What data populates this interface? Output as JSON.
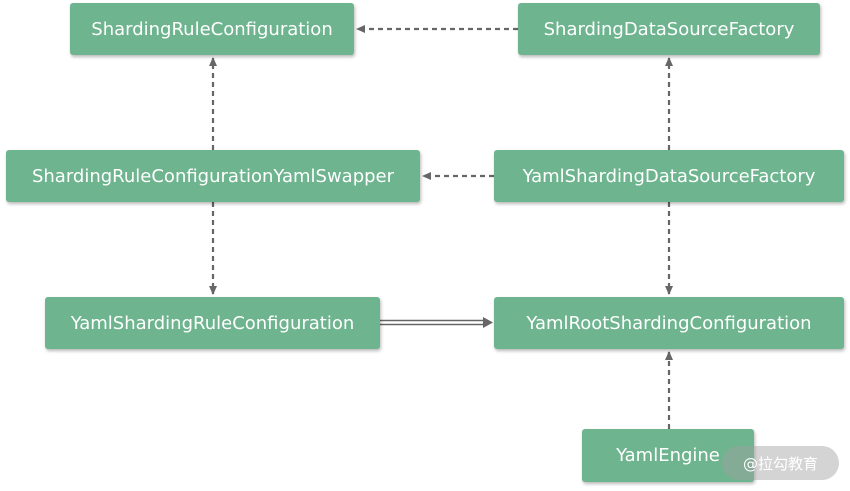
{
  "nodes": {
    "sharding_rule_configuration": "ShardingRuleConfiguration",
    "sharding_data_source_factory": "ShardingDataSourceFactory",
    "sharding_rule_configuration_yaml_swapper": "ShardingRuleConfigurationYamlSwapper",
    "yaml_sharding_data_source_factory": "YamlShardingDataSourceFactory",
    "yaml_sharding_rule_configuration": "YamlShardingRuleConfiguration",
    "yaml_root_sharding_configuration": "YamlRootShardingConfiguration",
    "yaml_engine": "YamlEngine"
  },
  "edges": [
    {
      "from": "sharding_data_source_factory",
      "to": "sharding_rule_configuration",
      "style": "dashed"
    },
    {
      "from": "yaml_sharding_data_source_factory",
      "to": "sharding_data_source_factory",
      "style": "dashed"
    },
    {
      "from": "yaml_sharding_data_source_factory",
      "to": "sharding_rule_configuration_yaml_swapper",
      "style": "dashed"
    },
    {
      "from": "sharding_rule_configuration_yaml_swapper",
      "to": "sharding_rule_configuration",
      "style": "dashed"
    },
    {
      "from": "sharding_rule_configuration_yaml_swapper",
      "to": "yaml_sharding_rule_configuration",
      "style": "dashed"
    },
    {
      "from": "yaml_sharding_data_source_factory",
      "to": "yaml_root_sharding_configuration",
      "style": "dashed"
    },
    {
      "from": "yaml_sharding_rule_configuration",
      "to": "yaml_root_sharding_configuration",
      "style": "solid-double"
    },
    {
      "from": "yaml_engine",
      "to": "yaml_root_sharding_configuration",
      "style": "dashed"
    }
  ],
  "colors": {
    "node_fill": "#6db48f",
    "node_text": "#ffffff",
    "edge": "#666666"
  },
  "watermark": "@拉勾教育"
}
